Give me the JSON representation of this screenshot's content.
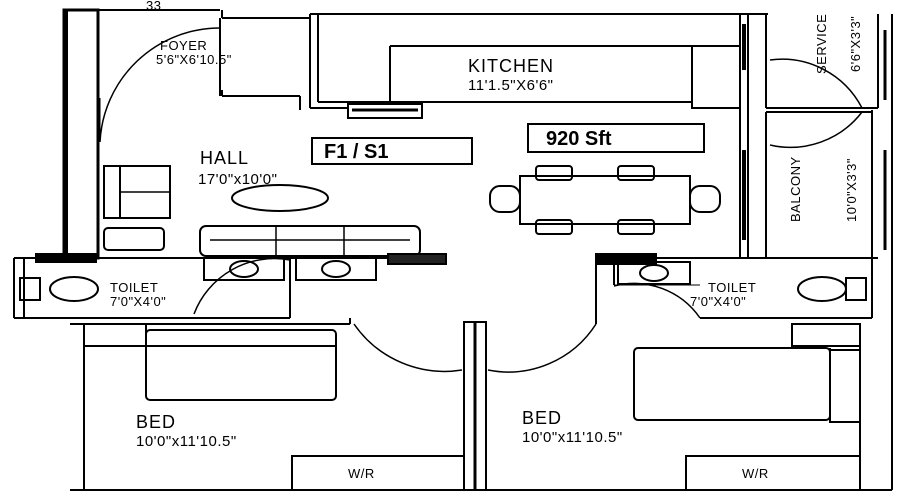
{
  "plan": {
    "unit_code": "F1 / S1",
    "area": "920 Sft",
    "top_cut_text": "33",
    "rooms": {
      "foyer": {
        "name": "FOYER",
        "dim": "5'6\"X6'10.5\""
      },
      "kitchen": {
        "name": "KITCHEN",
        "dim": "11'1.5\"X6'6\""
      },
      "service": {
        "name": "SERVICE",
        "dim": "6'6\"X3'3\""
      },
      "hall": {
        "name": "HALL",
        "dim": "17'0\"x10'0\""
      },
      "balcony": {
        "name": "BALCONY",
        "dim": "10'0\"X3'3\""
      },
      "toilet_left": {
        "name": "TOILET",
        "dim": "7'0\"X4'0\""
      },
      "toilet_right": {
        "name": "TOILET",
        "dim": "7'0\"X4'0\""
      },
      "bed_left": {
        "name": "BED",
        "dim": "10'0\"x11'10.5\"",
        "wardrobe": "W/R"
      },
      "bed_right": {
        "name": "BED",
        "dim": "10'0\"x11'10.5\"",
        "wardrobe": "W/R"
      }
    }
  }
}
